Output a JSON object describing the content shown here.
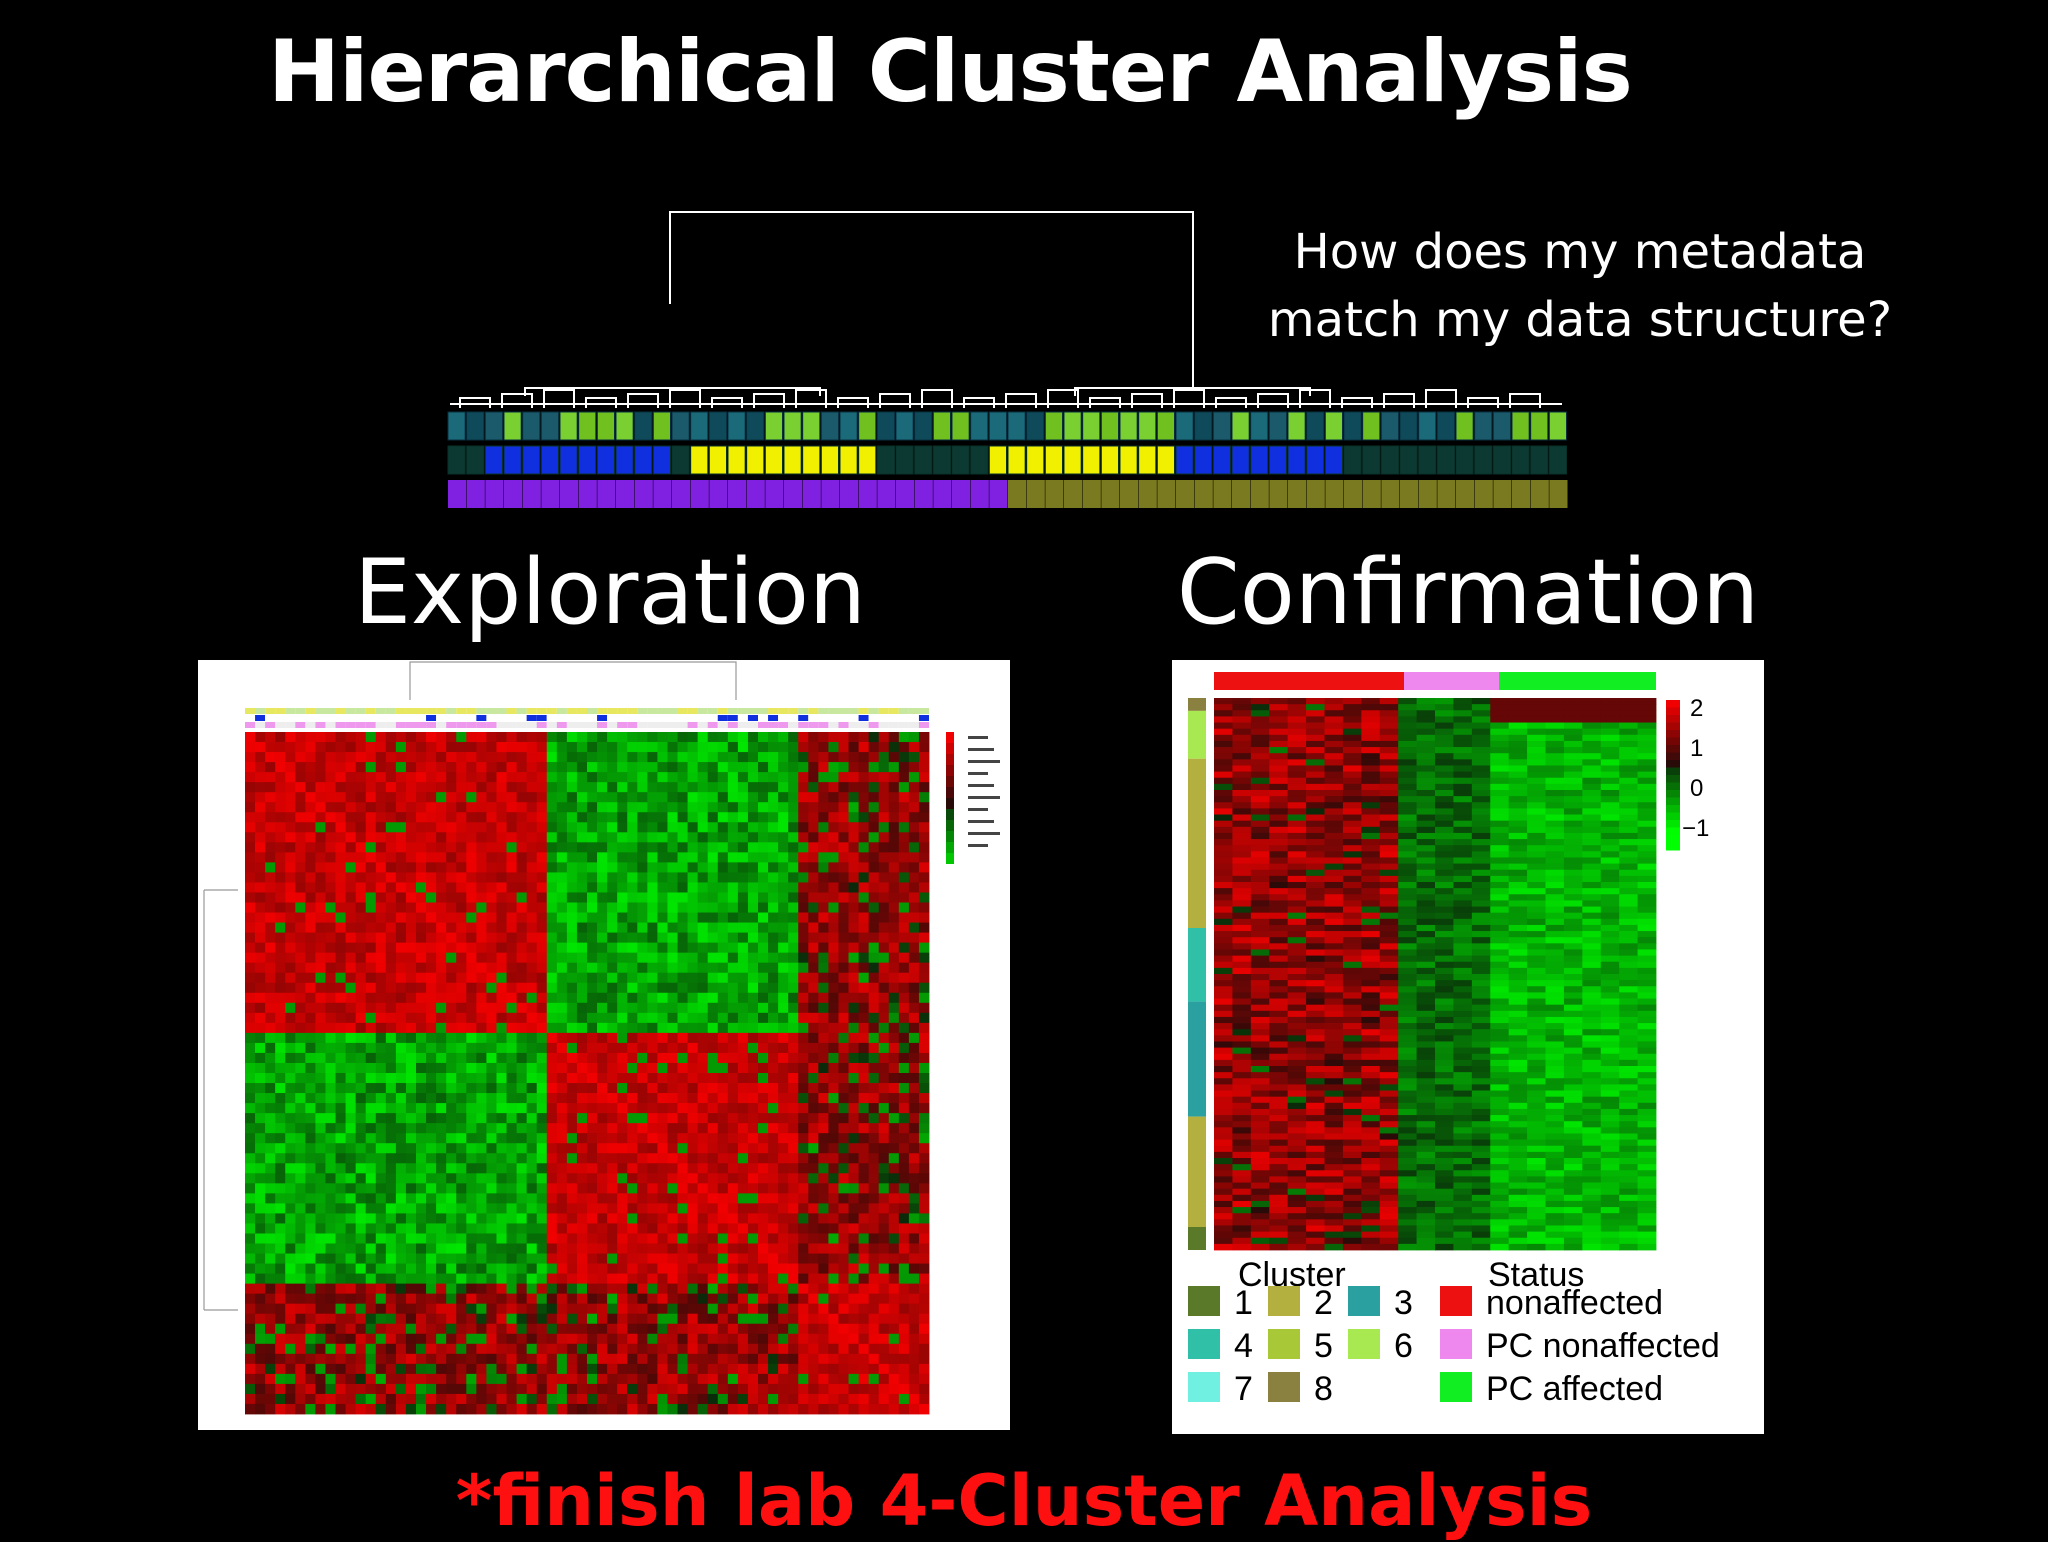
{
  "slide": {
    "title": "Hierarchical Cluster Analysis",
    "question": "How does my metadata match my data structure?",
    "exploration_label": "Exploration",
    "confirmation_label": "Confirmation",
    "footer": "*finish lab 4-Cluster Analysis"
  },
  "colors": {
    "background": "#000000",
    "footer": "#ff1010",
    "heat_high": "#e01010",
    "heat_low": "#10d010",
    "meta_yellow": "#f0f000",
    "meta_blue": "#1030e0",
    "meta_purple": "#8020e0",
    "meta_olive": "#7a7a20"
  },
  "confirmation": {
    "colorbar_ticks": [
      "2",
      "1",
      "0",
      "−1"
    ],
    "cluster_title": "Cluster",
    "status_title": "Status",
    "clusters": [
      {
        "label": "1",
        "color": "#5a7a2a"
      },
      {
        "label": "2",
        "color": "#b4b040"
      },
      {
        "label": "3",
        "color": "#2aa0a0"
      },
      {
        "label": "4",
        "color": "#30c0a8"
      },
      {
        "label": "5",
        "color": "#a8c838"
      },
      {
        "label": "6",
        "color": "#a8e850"
      },
      {
        "label": "7",
        "color": "#70f0e0"
      },
      {
        "label": "8",
        "color": "#8a8040"
      }
    ],
    "statuses": [
      {
        "label": "nonaffected",
        "color": "#ee1111"
      },
      {
        "label": "PC nonaffected",
        "color": "#ee88ee"
      },
      {
        "label": "PC affected",
        "color": "#11ee22"
      }
    ]
  }
}
